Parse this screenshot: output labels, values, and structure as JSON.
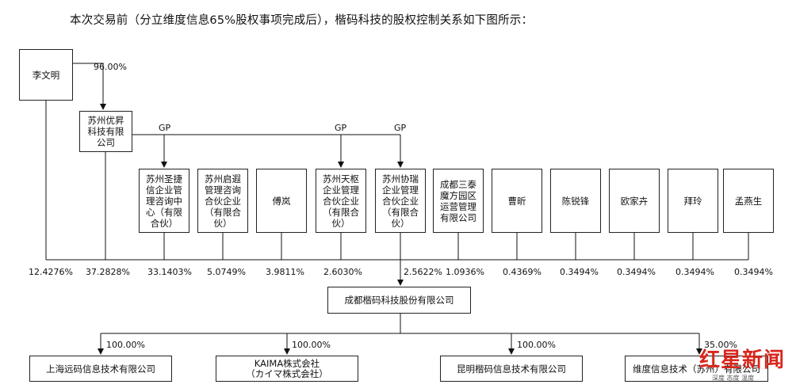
{
  "header": {
    "text": "本次交易前（分立维度信息65%股权事项完成后），楷码科技的股权控制关系如下图所示："
  },
  "nodes": {
    "li_wenming": "李文明",
    "suzhou_youwei": "苏州优昇\n科技有限\n公司",
    "shengjie": "苏州圣捷\n信企业管\n理咨询中\n心（有限\n合伙）",
    "qixia": "苏州启遐\n管理咨询\n合伙企业\n（有限合\n伙）",
    "fu_lan": "傅岚",
    "tianshu": "苏州天枢\n企业管理\n合伙企业\n（有限合\n伙）",
    "xierui": "苏州协瑞\n企业管理\n合伙企业\n（有限合\n伙）",
    "chengdu_santai": "成都三泰\n魔方园区\n运营管理\n有限公司",
    "cao_xin": "曹昕",
    "chen_ruifeng": "陈锐锋",
    "ou_jiahui": "欧家卉",
    "bai_ling": "拜玲",
    "meng_yansheng": "孟燕生",
    "kaima_keji": "成都楷码科技股份有限公司",
    "shanghai_yuanma": "上海远码信息技术有限公司",
    "kaima_jp": "KAIMA株式会社\n（カイマ株式会社）",
    "kunming_kaima": "昆明楷码信息技术有限公司",
    "weidu": "维度信息技术（苏州）有限公司"
  },
  "labels": {
    "li_to_youwei": "96.00%",
    "gp1": "GP",
    "gp2": "GP",
    "gp3": "GP"
  },
  "percentages": [
    "12.4276%",
    "37.2828%",
    "33.1403%",
    "5.0749%",
    "3.9811%",
    "2.6030%",
    "2.5622%",
    "1.0936%",
    "0.4369%",
    "0.3494%",
    "0.3494%",
    "0.3494%",
    "0.3494%"
  ],
  "subsidiary_pcts": [
    "100.00%",
    "100.00%",
    "100.00%",
    "35.00%"
  ],
  "watermark": {
    "brand": "红星新闻",
    "sub": "深度 态度 温度"
  }
}
